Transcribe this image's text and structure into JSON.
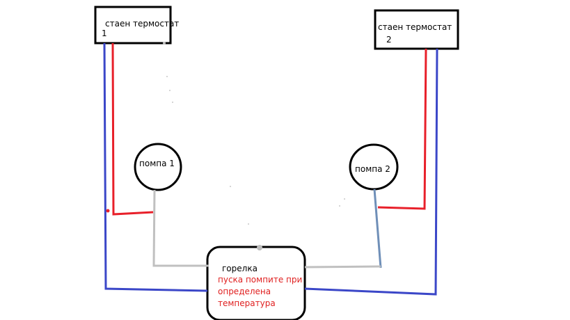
{
  "thermostat1": {
    "label": "стаен термостат",
    "number": "1"
  },
  "thermostat2": {
    "label": "стаен термостат",
    "number": "2"
  },
  "pump1": {
    "label": "помпа 1"
  },
  "pump2": {
    "label": "помпа 2"
  },
  "burner": {
    "label": "горелка",
    "note_lines": [
      "пуска помпите  при",
      "определена",
      "температура"
    ]
  },
  "colors": {
    "red_wire": "#e8202a",
    "blue_wire": "#3b47c8",
    "gray_pipe": "#c0c0c0",
    "steel_pipe": "#6f8fb8",
    "outline": "#000000",
    "note_text": "#e02020"
  }
}
